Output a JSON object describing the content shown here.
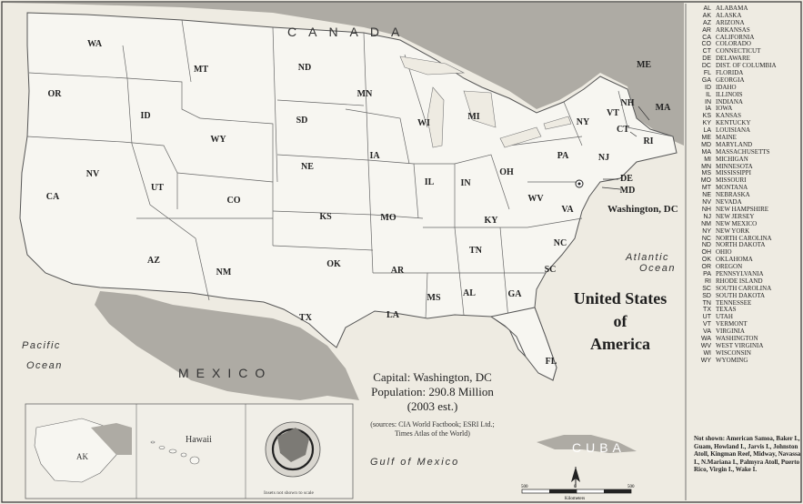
{
  "title": {
    "line1": "United States",
    "line2": "of",
    "line3": "America"
  },
  "capital": {
    "line1": "Capital: Washington, DC",
    "line2": "Population: 290.8 Million",
    "line3": "(2003 est.)"
  },
  "sources": {
    "line1": "(sources: CIA World Factbook; ESRI Ltd.;",
    "line2": "Times Atlas of the World)"
  },
  "countries": {
    "canada": "CANADA",
    "mexico": "MEXICO",
    "cuba": "CUBA"
  },
  "seas": {
    "atlantic_1": "Atlantic",
    "atlantic_2": "Ocean",
    "pacific_1": "Pacific",
    "pacific_2": "Ocean",
    "gulf": "Gulf of Mexico"
  },
  "dc_label": "Washington, DC",
  "insets": {
    "alaska": "AK",
    "hawaii": "Hawaii",
    "note": "Insets not shown to scale"
  },
  "colors": {
    "land": "#f7f6f1",
    "water": "#eeebe2",
    "foreign": "#aeaba4",
    "border": "#555555"
  },
  "states": [
    {
      "abbr": "WA"
    },
    {
      "abbr": "OR"
    },
    {
      "abbr": "CA"
    },
    {
      "abbr": "NV"
    },
    {
      "abbr": "ID"
    },
    {
      "abbr": "MT"
    },
    {
      "abbr": "WY"
    },
    {
      "abbr": "UT"
    },
    {
      "abbr": "AZ"
    },
    {
      "abbr": "CO"
    },
    {
      "abbr": "NM"
    },
    {
      "abbr": "ND"
    },
    {
      "abbr": "SD"
    },
    {
      "abbr": "NE"
    },
    {
      "abbr": "KS"
    },
    {
      "abbr": "OK"
    },
    {
      "abbr": "TX"
    },
    {
      "abbr": "MN"
    },
    {
      "abbr": "IA"
    },
    {
      "abbr": "MO"
    },
    {
      "abbr": "AR"
    },
    {
      "abbr": "LA"
    },
    {
      "abbr": "WI"
    },
    {
      "abbr": "IL"
    },
    {
      "abbr": "MI"
    },
    {
      "abbr": "IN"
    },
    {
      "abbr": "OH"
    },
    {
      "abbr": "KY"
    },
    {
      "abbr": "TN"
    },
    {
      "abbr": "MS"
    },
    {
      "abbr": "AL"
    },
    {
      "abbr": "GA"
    },
    {
      "abbr": "FL"
    },
    {
      "abbr": "SC"
    },
    {
      "abbr": "NC"
    },
    {
      "abbr": "VA"
    },
    {
      "abbr": "WV"
    },
    {
      "abbr": "PA"
    },
    {
      "abbr": "NY"
    },
    {
      "abbr": "VT"
    },
    {
      "abbr": "NH"
    },
    {
      "abbr": "ME"
    },
    {
      "abbr": "MA"
    },
    {
      "abbr": "CT"
    },
    {
      "abbr": "RI"
    },
    {
      "abbr": "NJ"
    },
    {
      "abbr": "DE"
    },
    {
      "abbr": "MD"
    }
  ],
  "legend": [
    {
      "abbr": "AL",
      "name": "ALABAMA"
    },
    {
      "abbr": "AK",
      "name": "ALASKA"
    },
    {
      "abbr": "AZ",
      "name": "ARIZONA"
    },
    {
      "abbr": "AR",
      "name": "ARKANSAS"
    },
    {
      "abbr": "CA",
      "name": "CALIFORNIA"
    },
    {
      "abbr": "CO",
      "name": "COLORADO"
    },
    {
      "abbr": "CT",
      "name": "CONNECTICUT"
    },
    {
      "abbr": "DE",
      "name": "DELAWARE"
    },
    {
      "abbr": "DC",
      "name": "DIST. OF COLUMBIA"
    },
    {
      "abbr": "FL",
      "name": "FLORIDA"
    },
    {
      "abbr": "GA",
      "name": "GEORGIA"
    },
    {
      "abbr": "ID",
      "name": "IDAHO"
    },
    {
      "abbr": "IL",
      "name": "ILLINOIS"
    },
    {
      "abbr": "IN",
      "name": "INDIANA"
    },
    {
      "abbr": "IA",
      "name": "IOWA"
    },
    {
      "abbr": "KS",
      "name": "KANSAS"
    },
    {
      "abbr": "KY",
      "name": "KENTUCKY"
    },
    {
      "abbr": "LA",
      "name": "LOUISIANA"
    },
    {
      "abbr": "ME",
      "name": "MAINE"
    },
    {
      "abbr": "MD",
      "name": "MARYLAND"
    },
    {
      "abbr": "MA",
      "name": "MASSACHUSETTS"
    },
    {
      "abbr": "MI",
      "name": "MICHIGAN"
    },
    {
      "abbr": "MN",
      "name": "MINNESOTA"
    },
    {
      "abbr": "MS",
      "name": "MISSISSIPPI"
    },
    {
      "abbr": "MO",
      "name": "MISSOURI"
    },
    {
      "abbr": "MT",
      "name": "MONTANA"
    },
    {
      "abbr": "NE",
      "name": "NEBRASKA"
    },
    {
      "abbr": "NV",
      "name": "NEVADA"
    },
    {
      "abbr": "NH",
      "name": "NEW HAMPSHIRE"
    },
    {
      "abbr": "NJ",
      "name": "NEW JERSEY"
    },
    {
      "abbr": "NM",
      "name": "NEW MEXICO"
    },
    {
      "abbr": "NY",
      "name": "NEW YORK"
    },
    {
      "abbr": "NC",
      "name": "NORTH CAROLINA"
    },
    {
      "abbr": "ND",
      "name": "NORTH DAKOTA"
    },
    {
      "abbr": "OH",
      "name": "OHIO"
    },
    {
      "abbr": "OK",
      "name": "OKLAHOMA"
    },
    {
      "abbr": "OR",
      "name": "OREGON"
    },
    {
      "abbr": "PA",
      "name": "PENNSYLVANIA"
    },
    {
      "abbr": "RI",
      "name": "RHODE ISLAND"
    },
    {
      "abbr": "SC",
      "name": "SOUTH CAROLINA"
    },
    {
      "abbr": "SD",
      "name": "SOUTH DAKOTA"
    },
    {
      "abbr": "TN",
      "name": "TENNESSEE"
    },
    {
      "abbr": "TX",
      "name": "TEXAS"
    },
    {
      "abbr": "UT",
      "name": "UTAH"
    },
    {
      "abbr": "VT",
      "name": "VERMONT"
    },
    {
      "abbr": "VA",
      "name": "VIRGINIA"
    },
    {
      "abbr": "WA",
      "name": "WASHINGTON"
    },
    {
      "abbr": "WV",
      "name": "WEST VIRGINIA"
    },
    {
      "abbr": "WI",
      "name": "WISCONSIN"
    },
    {
      "abbr": "WY",
      "name": "WYOMING"
    }
  ],
  "not_shown": "Not shown: American Samoa, Baker I., Guam, Howland I., Jarvis I., Johnston Atoll, Kingman Reef, Midway, Navassa I., N.Mariana I., Palmyra Atoll, Puerto Rico, Virgin I., Wake I.",
  "scale": {
    "left": "500",
    "middle": "0",
    "right": "500",
    "unit": "Kilometers"
  }
}
